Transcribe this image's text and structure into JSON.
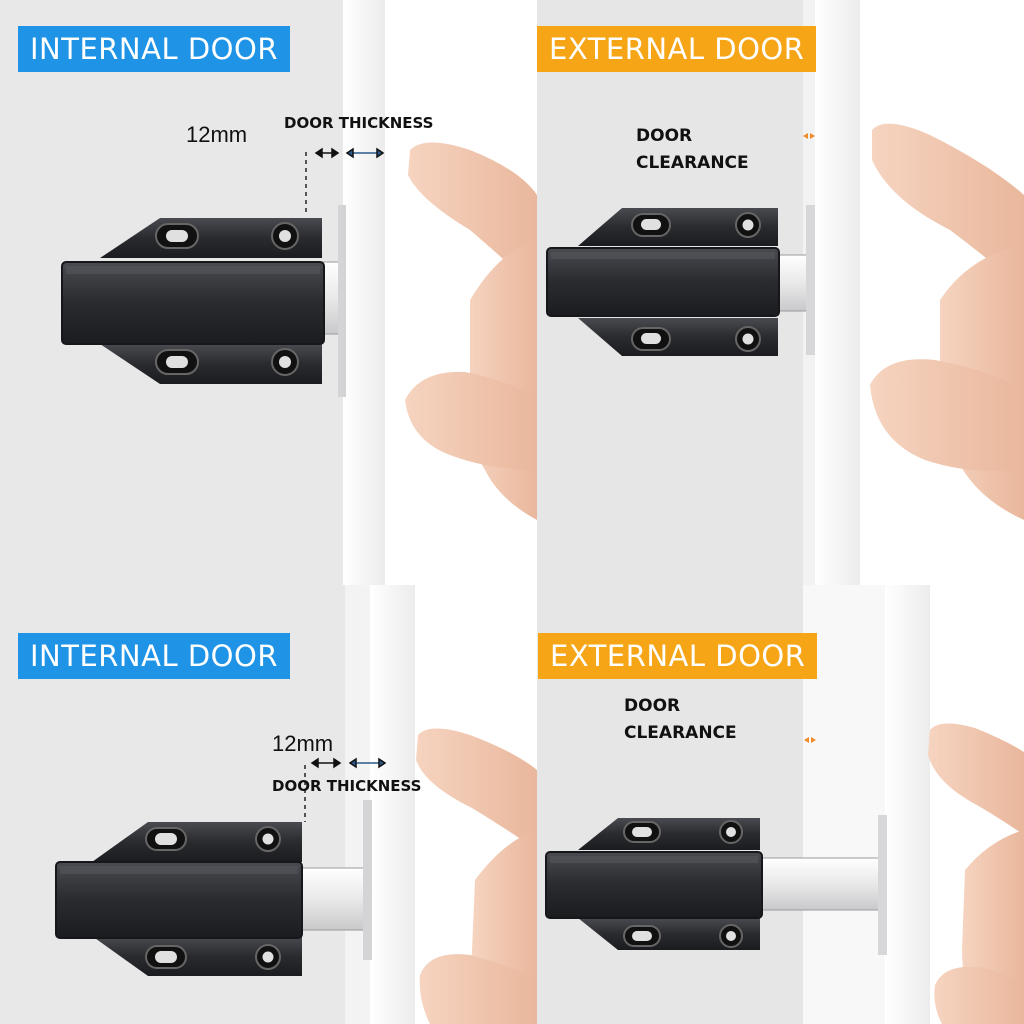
{
  "colors": {
    "internal_badge": "#1f93e6",
    "external_badge": "#f5a516",
    "background_panel": "#e7e7e7",
    "door": "#f7f7f7",
    "latch_body": "#2c2d31",
    "skin": "#f1c7ae",
    "arrow_accent": "#f28a2a"
  },
  "panels": [
    {
      "badge": "INTERNAL DOOR",
      "measure": "12mm",
      "thickness_label": "DOOR THICKNESS"
    },
    {
      "badge": "EXTERNAL DOOR",
      "clearance_line1": "DOOR",
      "clearance_line2": "CLEARANCE"
    },
    {
      "badge": "INTERNAL DOOR",
      "measure": "12mm",
      "thickness_label": "DOOR THICKNESS"
    },
    {
      "badge": "EXTERNAL DOOR",
      "clearance_line1": "DOOR",
      "clearance_line2": "CLEARANCE"
    }
  ],
  "icons": [
    "push-latch-icon",
    "finger-icon",
    "double-arrow-icon"
  ]
}
